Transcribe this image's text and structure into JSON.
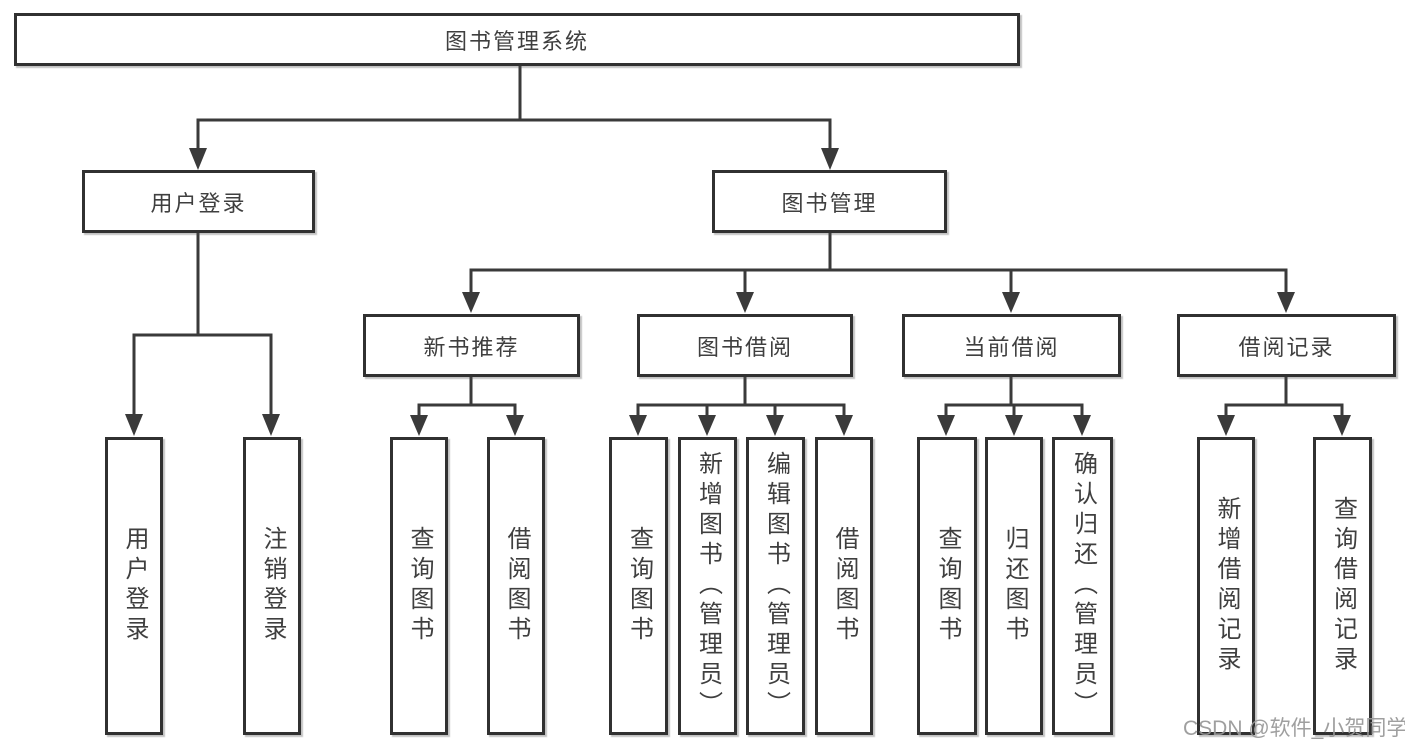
{
  "diagram": {
    "title": "图书管理系统",
    "root": {
      "label": "图书管理系统"
    },
    "level2": [
      {
        "label": "用户登录"
      },
      {
        "label": "图书管理"
      }
    ],
    "level3": [
      {
        "label": "新书推荐"
      },
      {
        "label": "图书借阅"
      },
      {
        "label": "当前借阅"
      },
      {
        "label": "借阅记录"
      }
    ],
    "leaves": {
      "login": [
        {
          "label": "用户登录"
        },
        {
          "label": "注销登录"
        }
      ],
      "recommend": [
        {
          "label": "查询图书"
        },
        {
          "label": "借阅图书"
        }
      ],
      "borrow": [
        {
          "label": "查询图书"
        },
        {
          "label": "新增图书（管理员）"
        },
        {
          "label": "编辑图书（管理员）"
        },
        {
          "label": "借阅图书"
        }
      ],
      "current": [
        {
          "label": "查询图书"
        },
        {
          "label": "归还图书"
        },
        {
          "label": "确认归还（管理员）"
        }
      ],
      "records": [
        {
          "label": "新增借阅记录"
        },
        {
          "label": "查询借阅记录"
        }
      ]
    },
    "watermark": "CSDN @软件_小贺同学",
    "colors": {
      "line": "#3a3a3a",
      "border": "#313131",
      "text": "#3f3f3f",
      "watermark": "#979797",
      "background": "#ffffff"
    }
  }
}
